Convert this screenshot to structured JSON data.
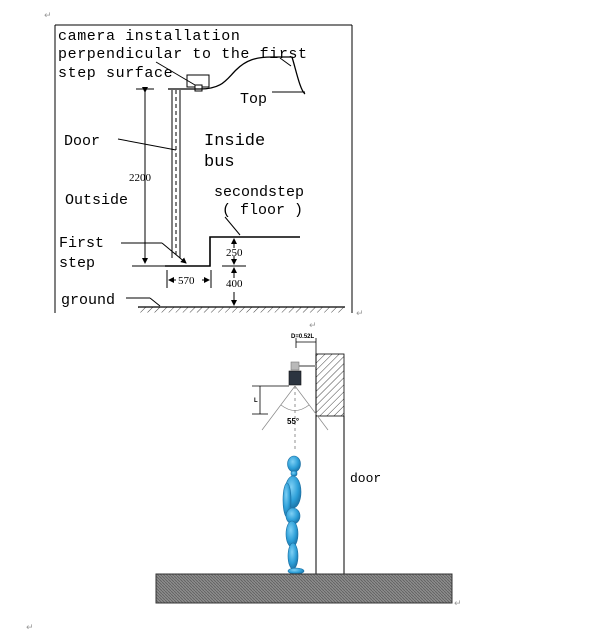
{
  "figure_top": {
    "caption_lines": [
      "camera installation",
      "perpendicular to the first",
      "step surface"
    ],
    "top_label": "Top",
    "door_label": "Door",
    "inside_lines": [
      "Inside",
      "bus"
    ],
    "outside_label": "Outside",
    "second_step_lines": [
      "secondstep",
      "( floor )"
    ],
    "first_step_lines": [
      "First",
      "step"
    ],
    "ground_label": "ground",
    "dim_height": "2200",
    "dim_step_height": "250",
    "dim_step_depth": "570",
    "dim_first_step_height": "400"
  },
  "figure_bottom": {
    "dim_offset": "D=0.52L",
    "dim_height": "L",
    "angle": "55°",
    "door_label": "door"
  },
  "paragraph_mark": "↵"
}
